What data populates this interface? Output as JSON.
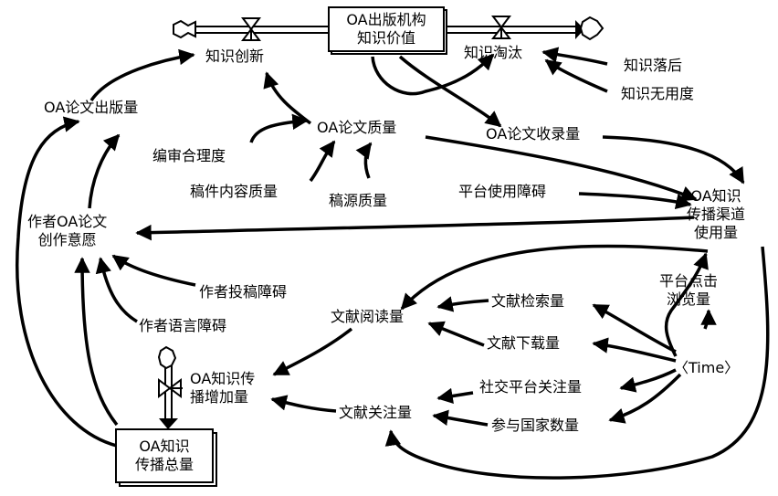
{
  "stocks": {
    "publisher_value": [
      "OA出版机构",
      "知识价值"
    ],
    "total_spread": [
      "OA知识",
      "传播总量"
    ]
  },
  "flows": {
    "innovation": "知识创新",
    "elimination": "知识淘汰",
    "spread_increase": [
      "OA知识传",
      "播增加量"
    ]
  },
  "variables": {
    "lag": "知识落后",
    "useless": "知识无用度",
    "output": "OA论文出版量",
    "quality": "OA论文质量",
    "review": "编审合理度",
    "content": "稿件内容质量",
    "source": "稿源质量",
    "inclusion": "OA论文收录量",
    "barrier_platform": "平台使用障碍",
    "channel": [
      "OA知识",
      "传播渠道",
      "使用量"
    ],
    "willingness": [
      "作者OA论文",
      "创作意愿"
    ],
    "barrier_submit": "作者投稿障碍",
    "barrier_language": "作者语言障碍",
    "clicks": [
      "平台点击",
      "浏览量"
    ],
    "reads": "文献阅读量",
    "retrieval": "文献检索量",
    "downloads": "文献下载量",
    "time": "〈Time〉",
    "social": "社交平台关注量",
    "attention": "文献关注量",
    "countries": "参与国家数量"
  }
}
